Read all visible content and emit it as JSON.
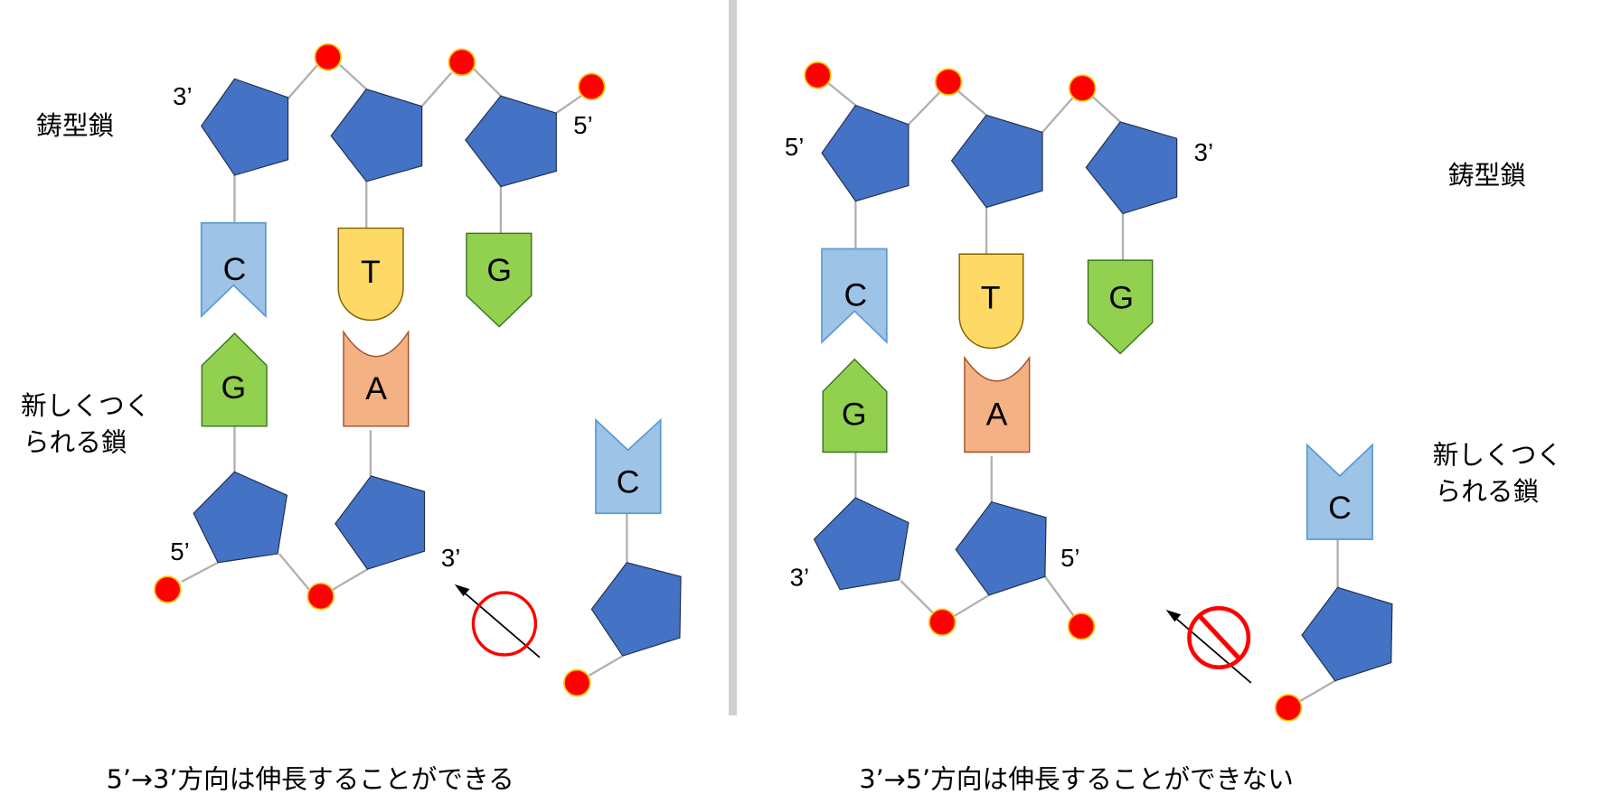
{
  "left_panel": {
    "template_label": "鋳型鎖",
    "new_strand_label_line1": "新しくつく",
    "new_strand_label_line2": "られる鎖",
    "template_bases": [
      "C",
      "T",
      "G"
    ],
    "new_bases": [
      "G",
      "A"
    ],
    "free_base": "C",
    "end_labels": {
      "template_left": "3’",
      "template_right": "5’",
      "new_left": "5’",
      "new_right": "3’"
    },
    "symbol": "allowed-circle",
    "caption": "5’→3’方向は伸長することができる"
  },
  "right_panel": {
    "template_label": "鋳型鎖",
    "new_strand_label_line1": "新しくつく",
    "new_strand_label_line2": "られる鎖",
    "template_bases": [
      "C",
      "T",
      "G"
    ],
    "new_bases": [
      "G",
      "A"
    ],
    "free_base": "C",
    "end_labels": {
      "template_left": "5’",
      "template_right": "3’",
      "new_left": "3’",
      "new_right": "5’"
    },
    "symbol": "prohibited-sign",
    "caption": "3’→5’方向は伸長することができない"
  },
  "colors": {
    "sugar": "#4472c4",
    "phosphate": "#ff0000",
    "C": "#9dc3e6",
    "T": "#ffd966",
    "G": "#92d050",
    "A": "#f4b183",
    "divider": "#d0d0d0"
  }
}
